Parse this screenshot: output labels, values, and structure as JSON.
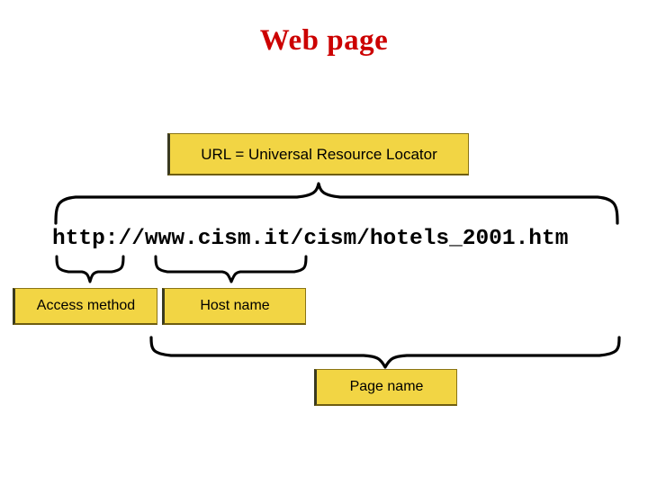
{
  "slide": {
    "title": "Web page",
    "title_color": "#CC0000",
    "background_color": "#FFFFFF"
  },
  "url": {
    "full_string": "http://www.cism.it/cism/hotels_2001.htm",
    "box_label": "URL = Universal Resource Locator"
  },
  "parts": [
    {
      "key": "access_method",
      "label": "Access method",
      "segment": "http://"
    },
    {
      "key": "host_name",
      "label": "Host name",
      "segment": "www.cism.it"
    },
    {
      "key": "page_name",
      "label": "Page name",
      "segment": "cism/hotels_2001.htm"
    }
  ],
  "style": {
    "box_fill": "#F2D544",
    "box_border": "#8A7415",
    "text_color": "#000000",
    "brace_color": "#000000"
  }
}
